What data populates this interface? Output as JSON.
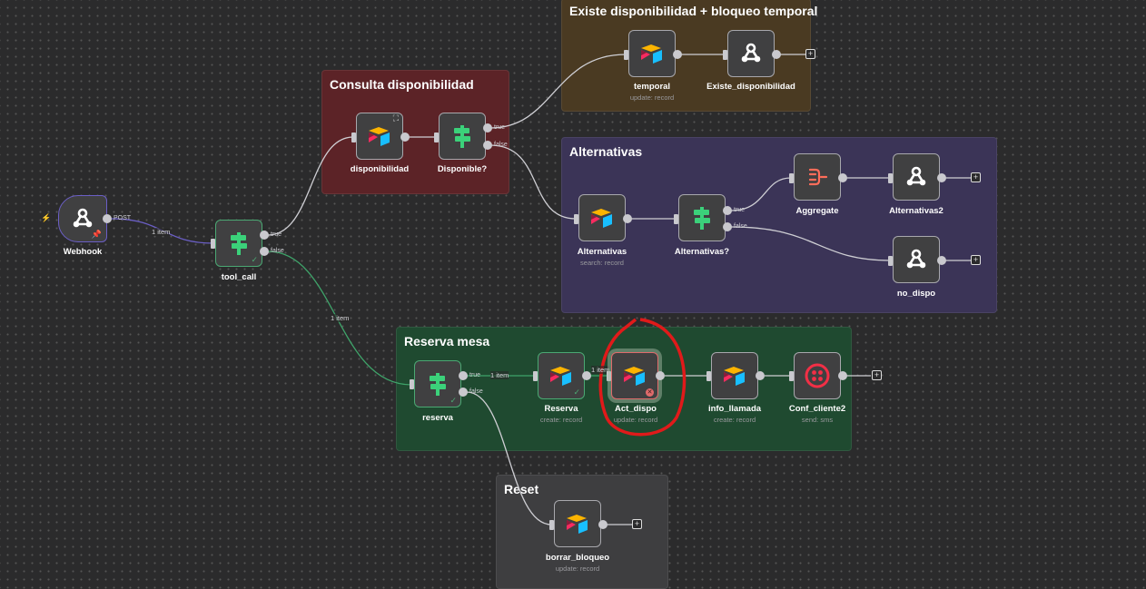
{
  "canvas": {
    "background": "#2b2b2c"
  },
  "groups": [
    {
      "id": "consulta",
      "title": "Consulta disponibilidad",
      "color": "#5c2327"
    },
    {
      "id": "existe",
      "title": "Existe disponibilidad + bloqueo temporal",
      "color": "#4a3a22"
    },
    {
      "id": "alternativas",
      "title": "Alternativas",
      "color": "#3b3457"
    },
    {
      "id": "reserva",
      "title": "Reserva mesa",
      "color": "#1f4a30"
    },
    {
      "id": "reset",
      "title": "Reset",
      "color": "#3e3e40"
    }
  ],
  "nodes": [
    {
      "id": "webhook",
      "label": "Webhook",
      "subtitle": "",
      "icon": "webhook-icon",
      "out_label": "POST",
      "badge": "pin-icon"
    },
    {
      "id": "tool_call",
      "label": "tool_call",
      "subtitle": "",
      "icon": "if-signpost-icon",
      "ports": [
        "true",
        "false"
      ],
      "badge": "check-icon"
    },
    {
      "id": "disponibilidad",
      "label": "disponibilidad",
      "subtitle": "",
      "icon": "airtable-icon",
      "badge": "focus-icon"
    },
    {
      "id": "disponible",
      "label": "Disponible?",
      "subtitle": "",
      "icon": "if-signpost-icon",
      "ports": [
        "true",
        "false"
      ]
    },
    {
      "id": "temporal",
      "label": "temporal",
      "subtitle": "update: record",
      "icon": "airtable-icon"
    },
    {
      "id": "existe_disponibilidad",
      "label": "Existe_disponibilidad",
      "subtitle": "",
      "icon": "webhook-icon"
    },
    {
      "id": "alternativas",
      "label": "Alternativas",
      "subtitle": "search: record",
      "icon": "airtable-icon"
    },
    {
      "id": "alternativas_q",
      "label": "Alternativas?",
      "subtitle": "",
      "icon": "if-signpost-icon",
      "ports": [
        "true",
        "false"
      ]
    },
    {
      "id": "aggregate",
      "label": "Aggregate",
      "subtitle": "",
      "icon": "aggregate-icon"
    },
    {
      "id": "alternativas2",
      "label": "Alternativas2",
      "subtitle": "",
      "icon": "webhook-icon"
    },
    {
      "id": "no_dispo",
      "label": "no_dispo",
      "subtitle": "",
      "icon": "webhook-icon"
    },
    {
      "id": "reserva_if",
      "label": "reserva",
      "subtitle": "",
      "icon": "if-signpost-icon",
      "ports": [
        "true",
        "false"
      ],
      "badge": "check-icon"
    },
    {
      "id": "reserva",
      "label": "Reserva",
      "subtitle": "create: record",
      "icon": "airtable-icon",
      "badge": "check-icon"
    },
    {
      "id": "act_dispo",
      "label": "Act_dispo",
      "subtitle": "update: record",
      "icon": "airtable-icon",
      "badge": "error-icon",
      "state": "error"
    },
    {
      "id": "info_llamada",
      "label": "info_llamada",
      "subtitle": "create: record",
      "icon": "airtable-icon"
    },
    {
      "id": "conf_cliente2",
      "label": "Conf_cliente2",
      "subtitle": "send: sms",
      "icon": "twilio-icon"
    },
    {
      "id": "borrar_bloqueo",
      "label": "borrar_bloqueo",
      "subtitle": "update: record",
      "icon": "airtable-icon"
    }
  ],
  "edge_labels": {
    "webhook_tool": "1 item",
    "tool_reserva": "1 item",
    "reserva_true": "1 item",
    "reserva_act": "1 item"
  },
  "port_labels": {
    "true": "true",
    "false": "false"
  },
  "add_button": "+",
  "colors": {
    "success": "#4ba873",
    "error": "#e06b6b",
    "accent": "#6b5fc6"
  }
}
